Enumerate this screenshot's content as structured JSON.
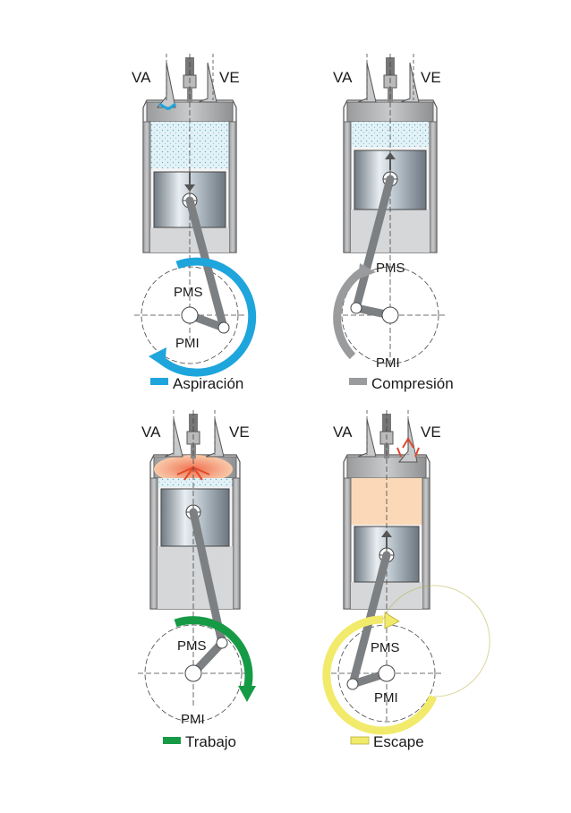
{
  "labels": {
    "intake_valve": "VA",
    "exhaust_valve": "VE",
    "tdc": "PMS",
    "bdc": "PMI"
  },
  "strokes": [
    {
      "id": "aspiracion",
      "name": "Aspiración",
      "color": "#1ea5dc"
    },
    {
      "id": "compresion",
      "name": "Compresión",
      "color": "#9a9b9d"
    },
    {
      "id": "trabajo",
      "name": "Trabajo",
      "color": "#169a45"
    },
    {
      "id": "escape",
      "name": "Escape",
      "color": "#f2ea6a"
    }
  ],
  "colors": {
    "cylinder_wall": "#8c8d8f",
    "piston": "#9aa3ab",
    "air_fuel": "#d9eef5",
    "exhaust_gas": "#fbd9b8",
    "combustion": "#f3a283"
  }
}
